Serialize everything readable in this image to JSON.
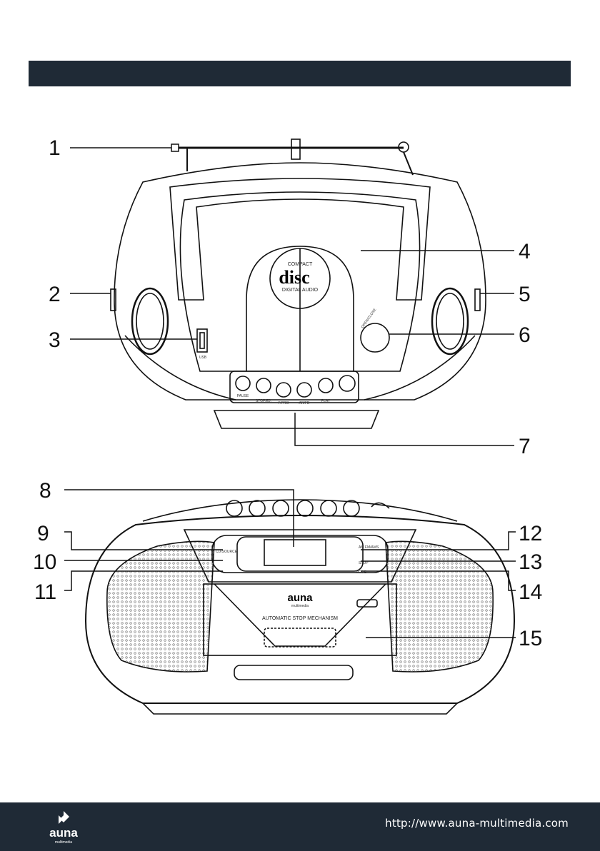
{
  "header": {
    "title": ""
  },
  "top_view": {
    "disc_logo": {
      "compact": "COMPACT",
      "disc": "disc",
      "digital_audio": "DIGITAL AUDIO"
    },
    "usb_label": "USB",
    "open_close_label": "OPEN/CLOSE",
    "buttons": [
      "PAUSE",
      "STOP/EJ.",
      "F.PRO",
      "AR/FD",
      "PLAY"
    ],
    "callouts": [
      "1",
      "2",
      "3",
      "4",
      "5",
      "6",
      "7"
    ]
  },
  "front_view": {
    "panel_left_top": "CD/SOURCE",
    "panel_right_top": "AM FM/AMS",
    "panel_right_mid": "STOP",
    "panel_right_low": "MODE",
    "brand": "auna",
    "brand_sub": "multimedia",
    "mechanism_label": "AUTOMATIC STOP MECHANISM",
    "callouts": [
      "8",
      "9",
      "10",
      "11",
      "12",
      "13",
      "14",
      "15"
    ]
  },
  "footer": {
    "url": "http://www.auna-multimedia.com",
    "logo_text": "auna",
    "logo_sub": "multimedia"
  }
}
